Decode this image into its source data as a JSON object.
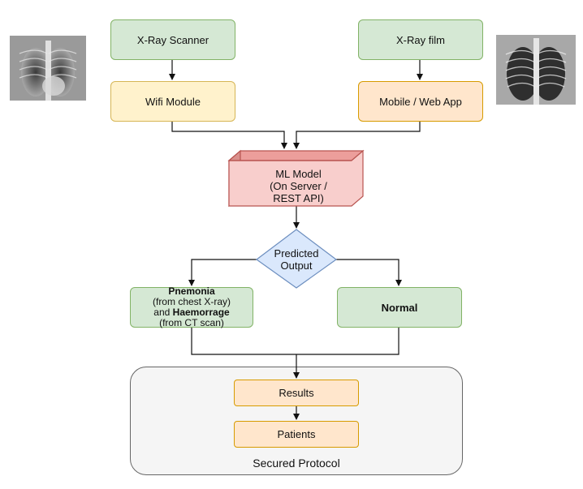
{
  "nodes": {
    "xray_scanner": "X-Ray Scanner",
    "wifi_module": "Wifi Module",
    "xray_film": "X-Ray film",
    "mobile_web_app": "Mobile / Web App",
    "ml_model": [
      "ML Model",
      "(On Server /",
      "REST API)"
    ],
    "predicted_output": [
      "Predicted",
      "Output"
    ],
    "pnemonia": {
      "bold1": "Pnemonia",
      "line2": "(from chest X-ray)",
      "and": "and",
      "bold2": "Haemorrage",
      "line4": "(from CT scan)"
    },
    "normal": "Normal",
    "results": "Results",
    "patients": "Patients"
  },
  "secured_protocol": "Secured Protocol",
  "colors": {
    "green_fill": "#d5e8d4",
    "green_stroke": "#82b366",
    "orange_fill": "#ffe6cc",
    "orange_stroke": "#d79b00",
    "yellow_fill": "#fff2cc",
    "yellow_stroke": "#d6b656",
    "red_fill": "#f8cecc",
    "red_stroke": "#b85450",
    "blue_fill": "#dae8fc",
    "blue_stroke": "#6c8ebf",
    "gray_fill": "#f5f5f5",
    "gray_stroke": "#666666"
  },
  "images": [
    "chest-xray-image",
    "chest-xray-image"
  ]
}
